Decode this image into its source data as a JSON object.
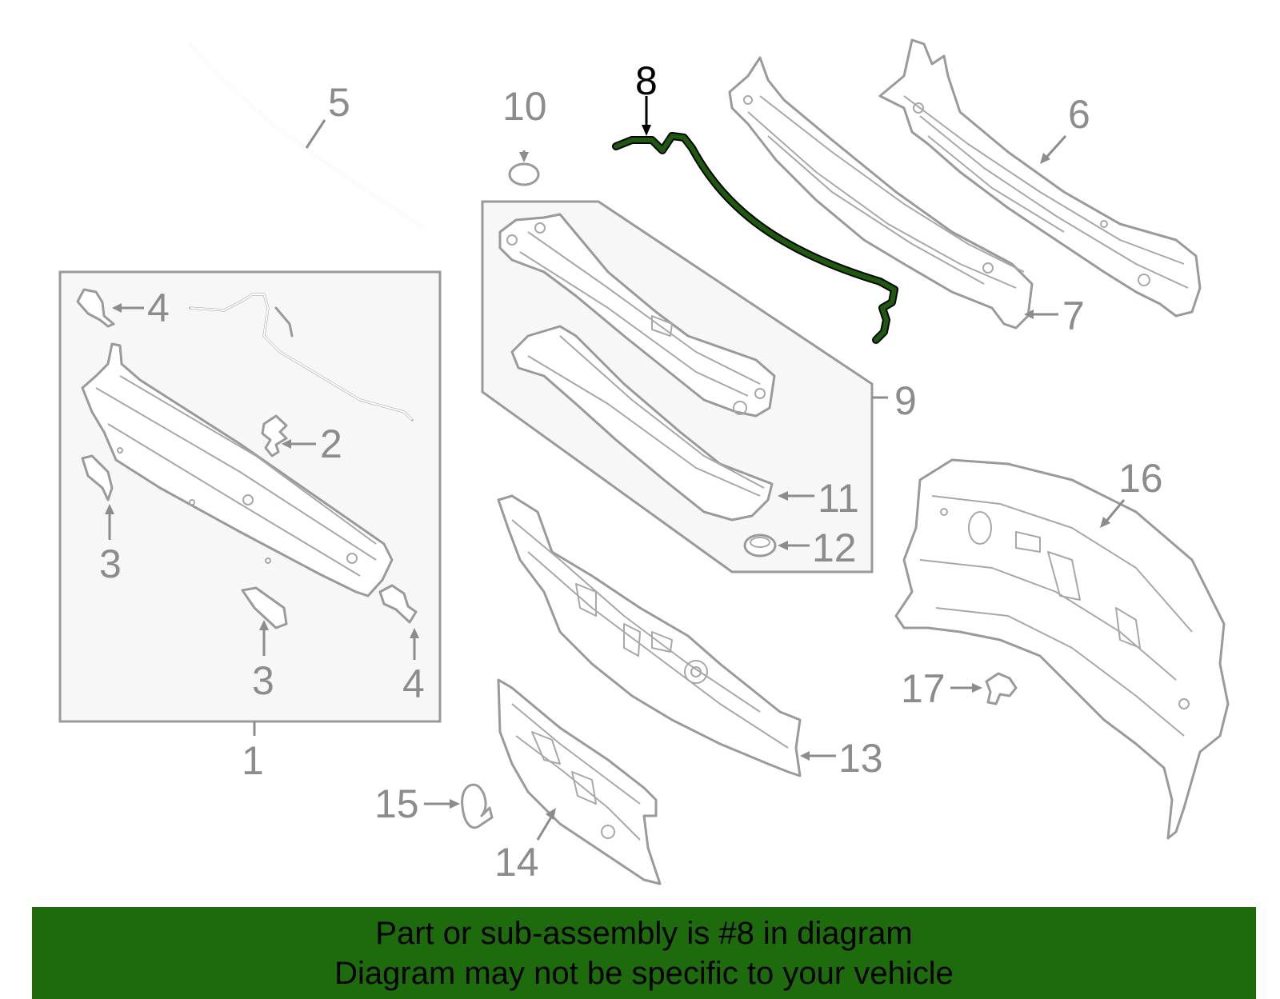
{
  "diagram": {
    "labels": {
      "p1": "1",
      "p2": "2",
      "p3a": "3",
      "p3b": "3",
      "p4a": "4",
      "p4b": "4",
      "p5": "5",
      "p6": "6",
      "p7": "7",
      "p8": "8",
      "p9": "9",
      "p10": "10",
      "p11": "11",
      "p12": "12",
      "p13": "13",
      "p14": "14",
      "p15": "15",
      "p16": "16",
      "p17": "17"
    },
    "highlight_color": "#1e5a0d",
    "part_color": "#9a9a9a"
  },
  "banner": {
    "line1": "Part or sub-assembly is #8 in diagram",
    "line2": "Diagram may not be specific to your vehicle",
    "background": "#1e6b0d"
  }
}
